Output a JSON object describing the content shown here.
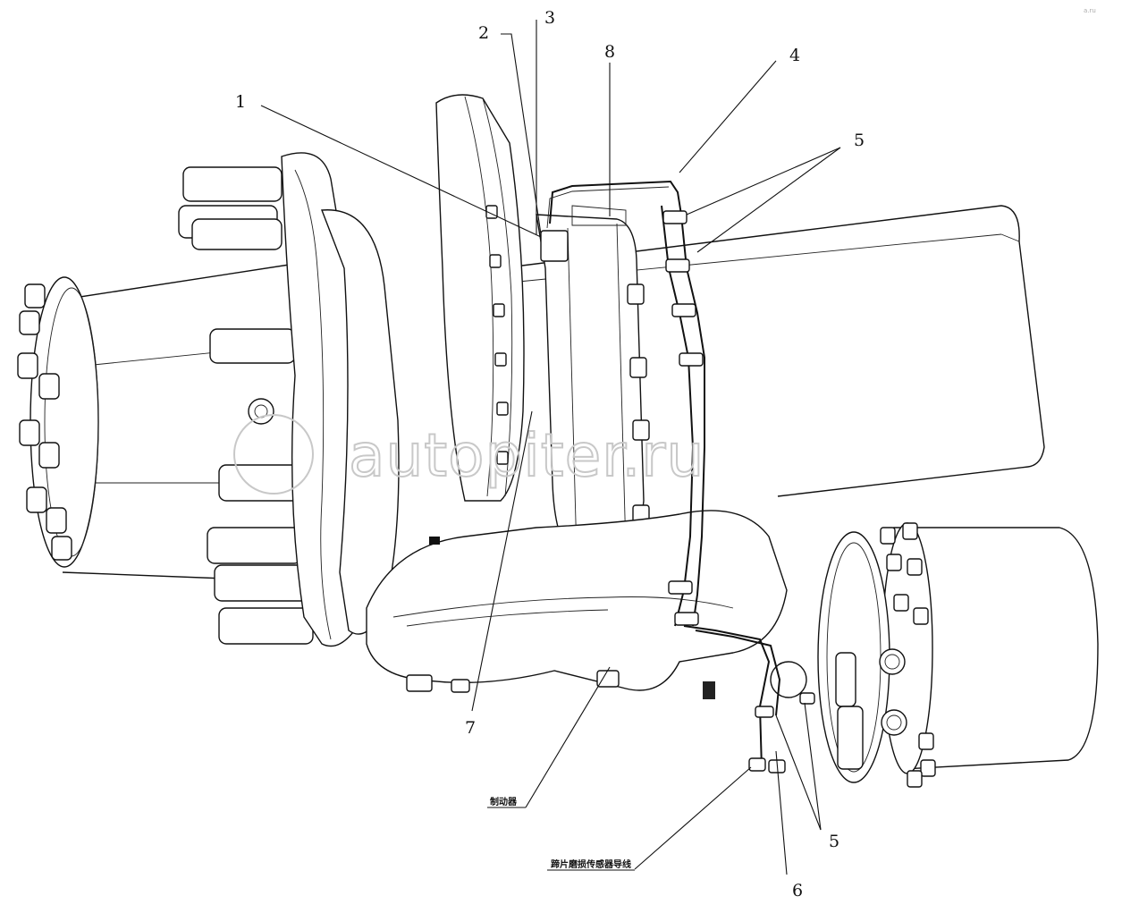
{
  "callouts": {
    "c1": "1",
    "c2": "2",
    "c3": "3",
    "c4": "4",
    "c5a": "5",
    "c5b": "5",
    "c6": "6",
    "c7": "7",
    "c8": "8"
  },
  "labels": {
    "brake": "制动器",
    "sensor_wire": "蹄片磨损传感器导线"
  },
  "watermark": {
    "text": "autopiter.ru",
    "corner_mark": "a.ru"
  },
  "colors": {
    "line": "#111111",
    "watermark": "#c8c8c8",
    "background": "#ffffff"
  }
}
